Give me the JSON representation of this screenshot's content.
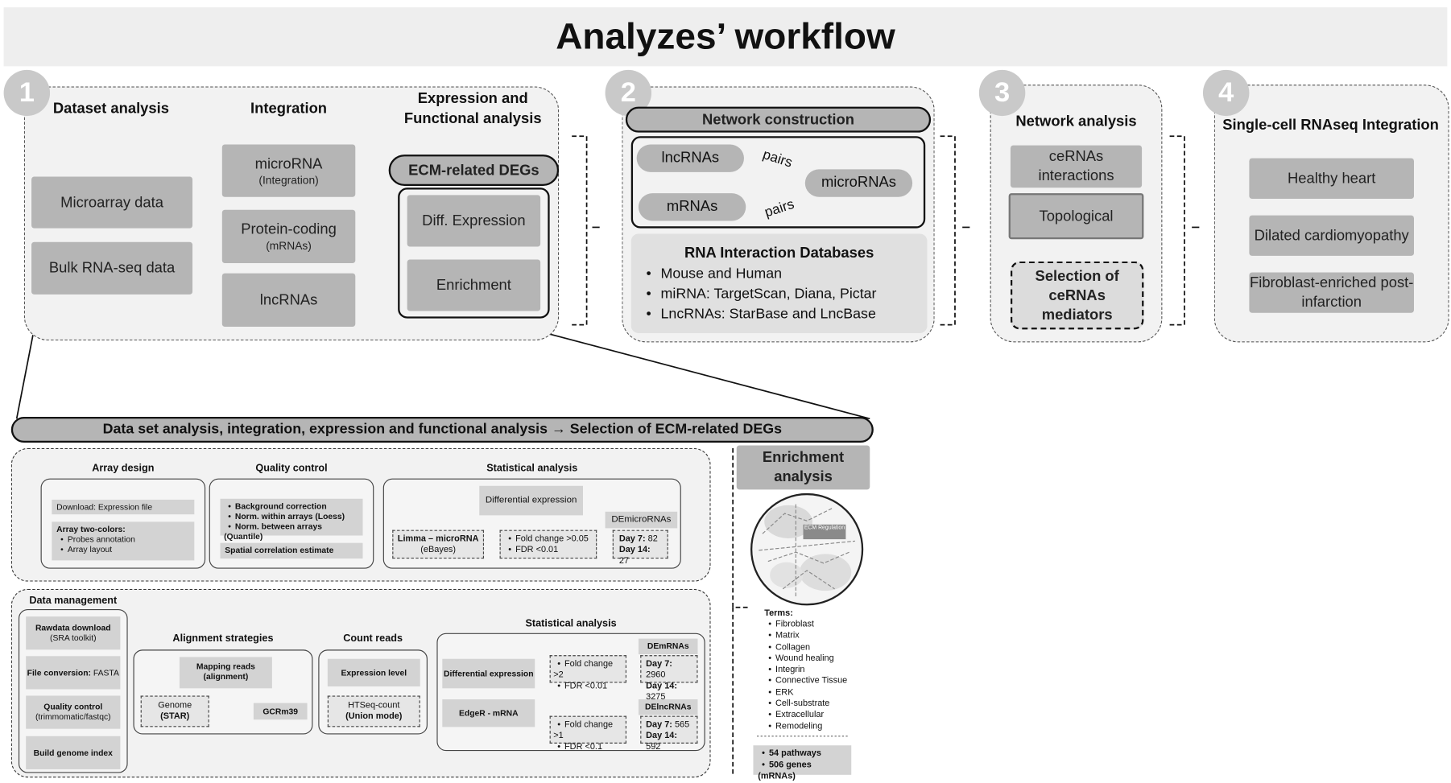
{
  "title": "Analyzes’ workflow",
  "p1": {
    "num": "1",
    "h_dataset": "Dataset analysis",
    "h_integration": "Integration",
    "h_expr": "Expression and Functional analysis",
    "microarray": "Microarray data",
    "bulk": "Bulk RNA-seq data",
    "microrna": "microRNA",
    "microrna_sub": "(Integration)",
    "protein": "Protein-coding",
    "protein_sub": "(mRNAs)",
    "lncrnas": "lncRNAs",
    "ecm_degs": "ECM-related DEGs",
    "diff_expr": "Diff. Expression",
    "enrichment": "Enrichment"
  },
  "p2": {
    "num": "2",
    "network": "Network construction",
    "lncrnas": "lncRNAs",
    "mrnas": "mRNAs",
    "micrornas": "microRNAs",
    "pairs": "pairs",
    "db_title": "RNA Interaction Databases",
    "db_items": [
      "Mouse and Human",
      "miRNA: TargetScan, Diana, Pictar",
      "LncRNAs: StarBase and LncBase"
    ]
  },
  "p3": {
    "num": "3",
    "title": "Network analysis",
    "cerna": "ceRNAs interactions",
    "topo": "Topological",
    "selection": "Selection of ceRNAs mediators"
  },
  "p4": {
    "num": "4",
    "title": "Single-cell RNAseq Integration",
    "items": [
      "Healthy heart",
      "Dilated cardiomyopathy",
      "Fibroblast-enriched post-infarction"
    ]
  },
  "banner": "Data set analysis, integration, expression and functional analysis → Selection of ECM-related DEGs",
  "micro": {
    "array_design": "Array design",
    "download": "Download: Expression file",
    "two_colors": "Array two-colors:",
    "two_colors_items": [
      "Probes annotation",
      "Array layout"
    ],
    "qc": "Quality control",
    "qc_items": [
      "Background correction",
      "Norm. within arrays (Loess)",
      "Norm. between arrays (Quantile)"
    ],
    "spatial": "Spatial correlation estimate",
    "stat": "Statistical analysis",
    "diffexp": "Differential expression",
    "limma": "Limma – microRNA",
    "limma_sub": "(eBayes)",
    "fc_items": [
      "Fold change >0.05",
      "FDR <0.01"
    ],
    "demirna": "DEmicroRNAs",
    "day7_label": "Day 7:",
    "day7": "82",
    "day14_label": "Day 14:",
    "day14": "27"
  },
  "seq": {
    "data_mgmt": "Data management",
    "rawdata": "Rawdata download",
    "rawdata_sub": "(SRA toolkit)",
    "fileconv_label": "File conversion:",
    "fileconv_val": "FASTA",
    "qc": "Quality control",
    "qc_sub": "(trimmomatic/fastqc)",
    "build": "Build genome index",
    "align": "Alignment strategies",
    "mapping": "Mapping reads (alignment)",
    "genome": "Genome",
    "star": "(STAR)",
    "gcrm": "GCRm39",
    "count": "Count reads",
    "expr_level": "Expression level",
    "htseq": "HTSeq-count",
    "union": "(Union mode)",
    "stat": "Statistical analysis",
    "diffexp": "Differential expression",
    "edger": "EdgeR - mRNA",
    "fc1": [
      "Fold change >2",
      "FDR <0.01"
    ],
    "fc2": [
      "Fold change >1",
      "FDR <0.1"
    ],
    "demrnas": "DEmRNAs",
    "m_day7": "2960",
    "m_day14": "3275",
    "delnc": "DElncRNAs",
    "l_day7": "565",
    "l_day14": "592",
    "day7_label": "Day 7:",
    "day14_label": "Day 14:"
  },
  "enrich": {
    "title": "Enrichment analysis",
    "ecm": "ECM Regulation",
    "terms_title": "Terms:",
    "terms": [
      "Fibroblast",
      "Matrix",
      "Collagen",
      "Wound healing",
      "Integrin",
      "Connective Tissue",
      "ERK",
      "Cell-substrate",
      "Extracellular",
      "Remodeling"
    ],
    "pathways": "54 pathways",
    "genes": "506 genes (mRNAs)"
  }
}
